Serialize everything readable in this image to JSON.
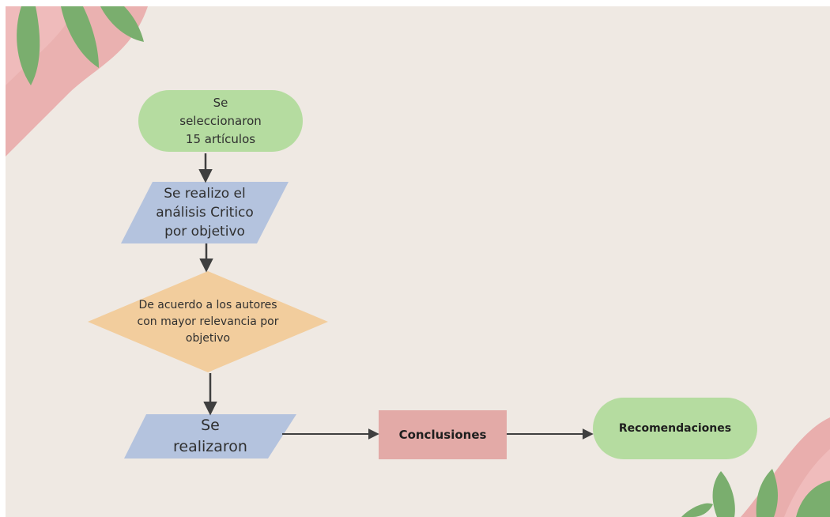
{
  "colors": {
    "background": "#efe9e3",
    "terminal_fill": "#b5dca0",
    "io_fill": "#b4c3de",
    "decision_fill": "#f2cd9d",
    "process_fill": "#e3aaa7",
    "connector": "#3f3f3f",
    "leaf": "#7aae6e",
    "blob": "#e8a3a3"
  },
  "nodes": {
    "start": {
      "label": "Se\nseleccionaron\n15 artículos"
    },
    "analysis": {
      "label": "Se realizo el\nanálisis Critico\npor objetivo"
    },
    "decision": {
      "label": "De acuerdo a los autores\ncon mayor relevancia por\nobjetivo"
    },
    "realizaron": {
      "label": "Se\nrealizaron"
    },
    "conclusiones": {
      "label": "Conclusiones"
    },
    "recomendaciones": {
      "label": "Recomendaciones"
    }
  }
}
